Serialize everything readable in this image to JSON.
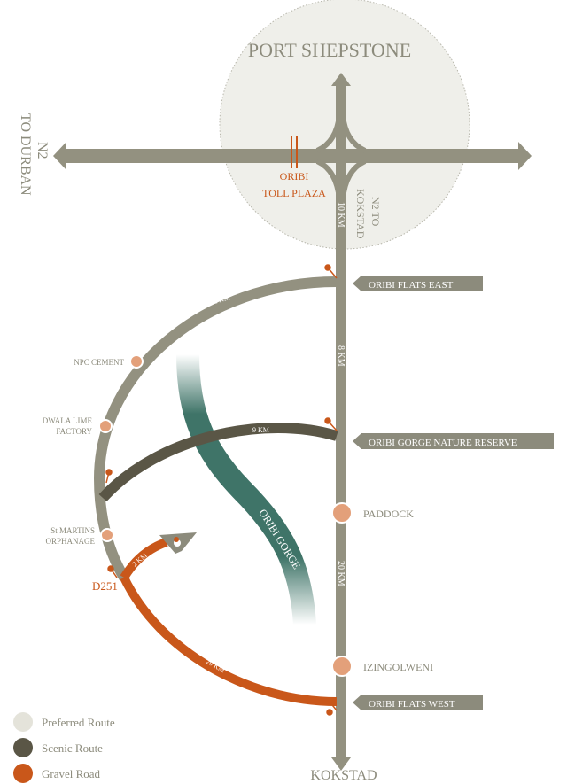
{
  "title": "PORT SHEPSTONE",
  "destinations": {
    "west_line1": "N2",
    "west_line2": "TO DURBAN",
    "south_line1": "N2 TO",
    "south_line2": "KOKSTAD",
    "bottom": "KOKSTAD"
  },
  "toll": {
    "line1": "ORIBI",
    "line2": "TOLL PLAZA"
  },
  "distances": {
    "d10": "10 KM",
    "d8": "8 KM",
    "d20": "20 KM",
    "d22": "22 KM",
    "d9": "9 KM",
    "d2": "2 KM",
    "d20b": "20 KM"
  },
  "signs": [
    "ORIBI FLATS EAST",
    "ORIBI GORGE NATURE RESERVE",
    "ORIBI FLATS WEST"
  ],
  "places": {
    "paddock": "PADDOCK",
    "izingolweni": "IZINGOLWENI",
    "npc": "NPC CEMENT",
    "dwala1": "DWALA LIME",
    "dwala2": "FACTORY",
    "martins1": "St MARTINS",
    "martins2": "ORPHANAGE",
    "d251": "D251",
    "gorge": "ORIBI GORGE"
  },
  "legend": [
    {
      "label": "Preferred Route",
      "color": "#e4e3da"
    },
    {
      "label": "Scenic Route",
      "color": "#5a5646"
    },
    {
      "label": "Gravel Road",
      "color": "#c9571a"
    }
  ],
  "colors": {
    "road": "#939180",
    "scenic": "#5a5646",
    "gravel": "#c9571a",
    "gorge": "#3f7468",
    "poi": "#e3a07a"
  }
}
